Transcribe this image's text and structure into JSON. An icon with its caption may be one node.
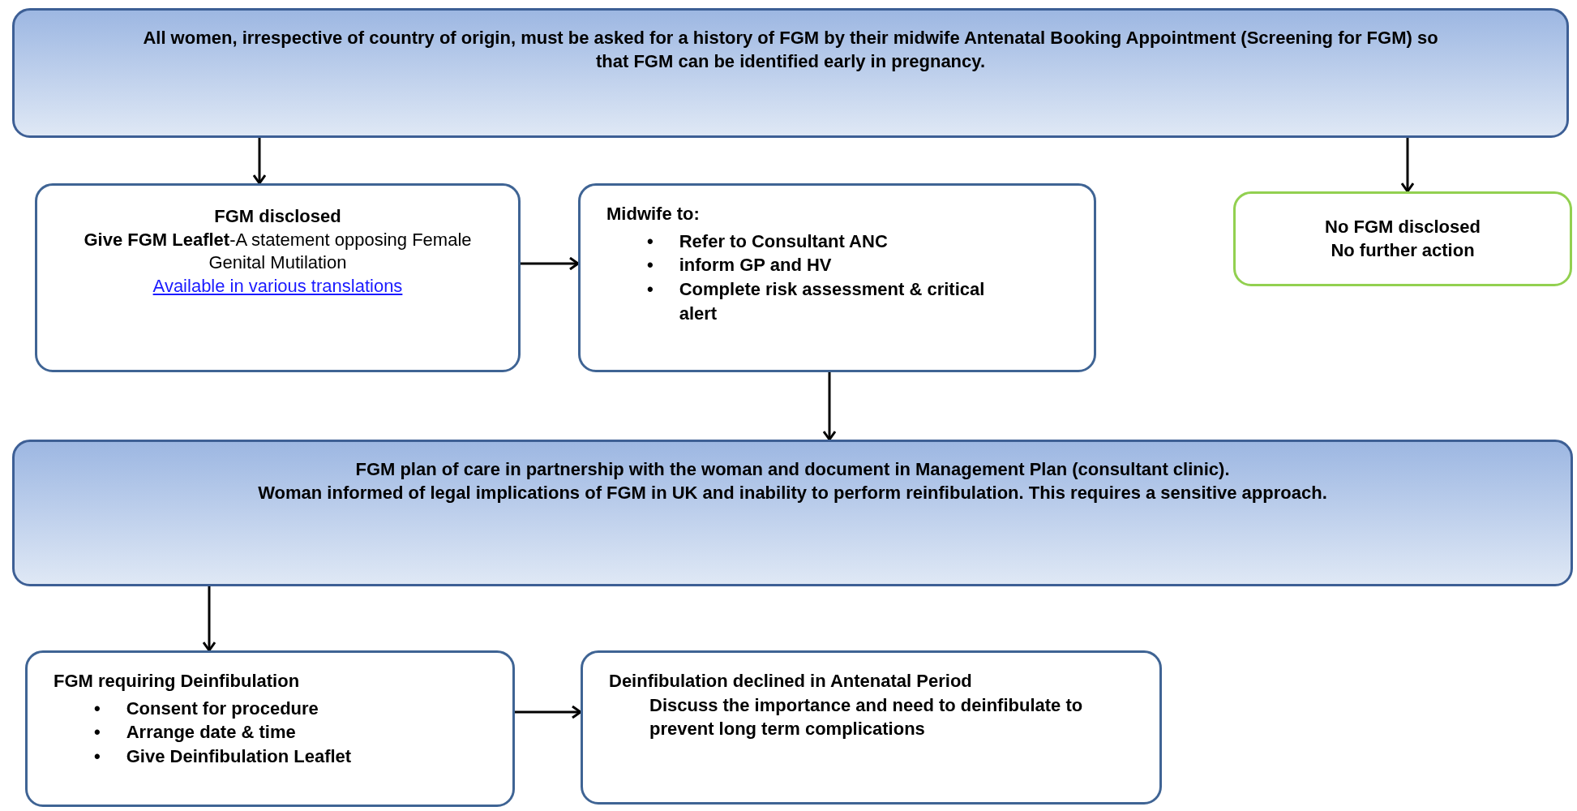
{
  "diagram": {
    "nodes": [
      {
        "text": [
          "All women, irrespective of country of origin, must be asked for a history of FGM by their midwife Antenatal Booking Appointment (Screening for FGM) so that FGM can be identified early in pregnancy."
        ]
      },
      {
        "text": [
          "FGM disclosed",
          "**Give FGM Leaflet**-A statement opposing Female Genital Mutilation",
          "Available in various translations"
        ]
      },
      {
        "text": [
          "Midwife to:",
          "•",
          "Refer to Consultant ANC",
          "•",
          "inform GP and HV",
          "•",
          "Complete risk assessment & critical alert"
        ]
      },
      {
        "text": [
          "No FGM disclosed",
          "No further action"
        ]
      },
      {
        "text": [
          "FGM plan of care in partnership with the woman and document in Management Plan (consultant clinic).",
          "Woman informed of legal implications of FGM in UK and inability to perform reinfibulation. This requires a sensitive approach."
        ]
      },
      {
        "text": [
          "FGM requiring Deinfibulation",
          "•",
          "Consent for procedure",
          "•",
          "Arrange date & time",
          "•",
          "Give Deinfibulation Leaflet"
        ]
      },
      {
        "text": [
          "Deinfibulation declined in Antenatal Period",
          "Discuss the importance and need to deinfibulate to prevent long term complications"
        ]
      }
    ],
    "edges": [
      {
        "from": 0,
        "to": 1,
        "arrow": "to"
      },
      {
        "from": 0,
        "to": 3,
        "arrow": "to"
      },
      {
        "from": 1,
        "to": 2,
        "arrow": "to"
      },
      {
        "from": 2,
        "to": 4,
        "arrow": "to"
      },
      {
        "from": 4,
        "to": 5,
        "arrow": "to"
      },
      {
        "from": 5,
        "to": 6,
        "arrow": "to"
      }
    ]
  }
}
